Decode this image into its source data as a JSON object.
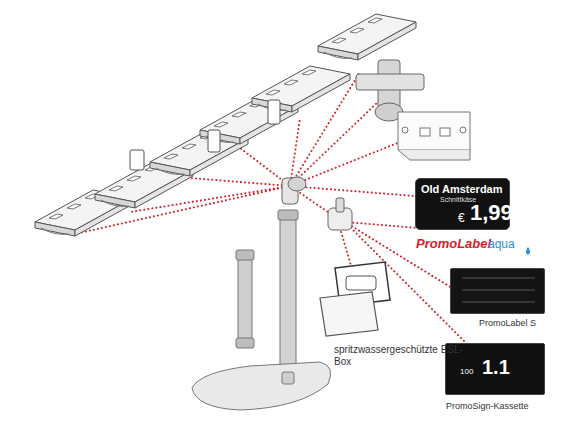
{
  "diagram": {
    "nodes": [
      {
        "text": [
          "Old Amsterdam",
          "Schnittkäse",
          "€",
          "1,99",
          "PromoLabel",
          "aqua"
        ]
      },
      {
        "text": [
          "PromoLabel S"
        ]
      },
      {
        "text": [
          "100",
          "1.1",
          "PromoSign-Kassette"
        ]
      }
    ],
    "labels": [
      "spritzwassergeschützte ESL-Box"
    ]
  }
}
